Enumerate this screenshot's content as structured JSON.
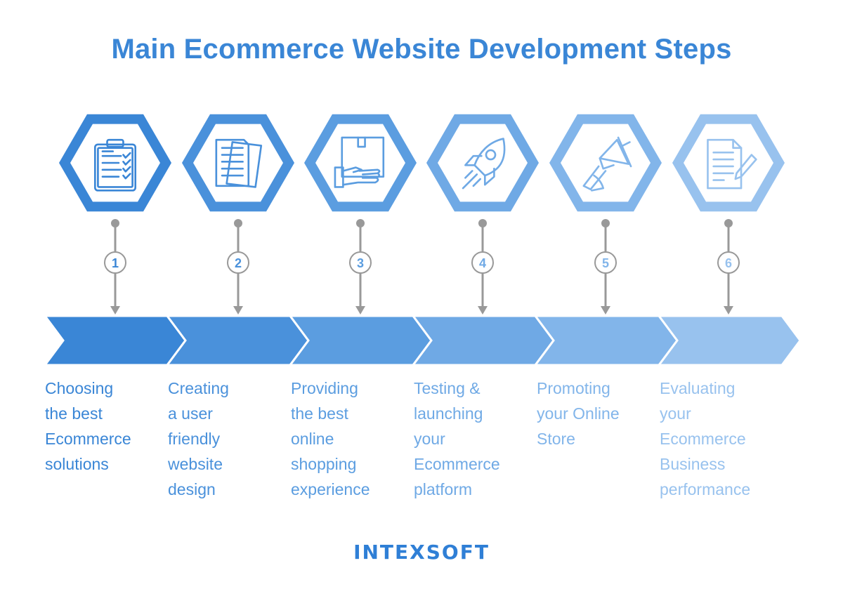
{
  "title": "Main Ecommerce Website Development Steps",
  "brand": "INTEXSOFT",
  "connector_color": "#999999",
  "steps": [
    {
      "number": "1",
      "label": "Choosing\nthe best\nEcommerce\nsolutions",
      "icon": "clipboard-checklist-icon",
      "color": "#3a86d6",
      "text_color": "#3a86d6"
    },
    {
      "number": "2",
      "label": "Creating\n a user\nfriendly\nwebsite\ndesign",
      "icon": "documents-icon",
      "color": "#4a91db",
      "text_color": "#4a91db"
    },
    {
      "number": "3",
      "label": "Providing\nthe best\nonline\nshopping\nexperience",
      "icon": "hand-box-icon",
      "color": "#5b9de0",
      "text_color": "#5b9de0"
    },
    {
      "number": "4",
      "label": "Testing &\nlaunching\nyour\nEcommerce\nplatform",
      "icon": "rocket-icon",
      "color": "#6fa9e5",
      "text_color": "#6fa9e5"
    },
    {
      "number": "5",
      "label": "Promoting\nyour Online\nStore",
      "icon": "megaphone-icon",
      "color": "#82b5ea",
      "text_color": "#82b5ea"
    },
    {
      "number": "6",
      "label": "Evaluating\nyour\nEcommerce\nBusiness\nperformance",
      "icon": "document-pen-icon",
      "color": "#98c2ee",
      "text_color": "#98c2ee"
    }
  ]
}
